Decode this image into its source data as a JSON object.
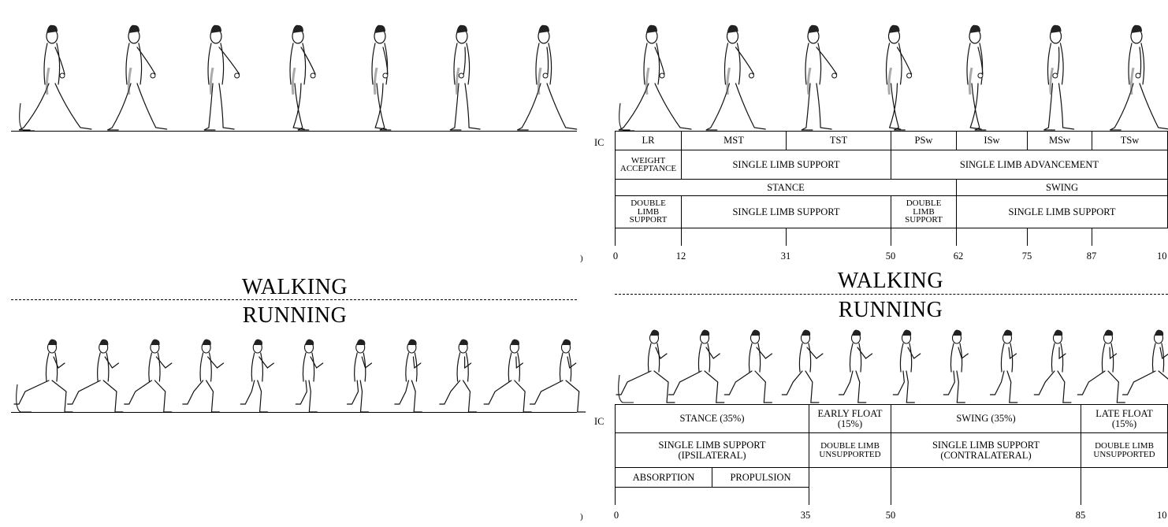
{
  "left_panel": {
    "walking_title": "WALKING",
    "running_title": "RUNNING",
    "walk_figure_count": 7,
    "run_figure_count": 11
  },
  "right_panel": {
    "walking_title": "WALKING",
    "running_title": "RUNNING",
    "walking_table": {
      "left_marker": "IC",
      "row1": [
        "LR",
        "MST",
        "TST",
        "PSw",
        "ISw",
        "MSw",
        "TSw"
      ],
      "row2": [
        "WEIGHT ACCEPTANCE",
        "SINGLE LIMB SUPPORT",
        "SINGLE LIMB ADVANCEMENT"
      ],
      "row3": [
        "STANCE",
        "SWING"
      ],
      "row4": [
        "DOUBLE LIMB SUPPORT",
        "SINGLE LIMB SUPPORT",
        "DOUBLE LIMB SUPPORT",
        "SINGLE LIMB SUPPORT"
      ],
      "ticks": [
        "0",
        "12",
        "31",
        "50",
        "62",
        "75",
        "87",
        "10"
      ],
      "edge_mark": ")"
    },
    "running_table": {
      "left_marker": "IC",
      "row1": [
        "STANCE (35%)",
        "EARLY FLOAT (15%)",
        "SWING (35%)",
        "LATE FLOAT (15%)"
      ],
      "row2": [
        "SINGLE LIMB SUPPORT (IPSILATERAL)",
        "DOUBLE LIMB UNSUPPORTED",
        "SINGLE LIMB SUPPORT (CONTRALATERAL)",
        "DOUBLE LIMB UNSUPPORTED"
      ],
      "row3": [
        "ABSORPTION",
        "PROPULSION"
      ],
      "ticks": [
        "0",
        "35",
        "50",
        "85",
        "10"
      ],
      "edge_mark": ")"
    },
    "walk_figure_count": 7,
    "run_figure_count": 11
  }
}
